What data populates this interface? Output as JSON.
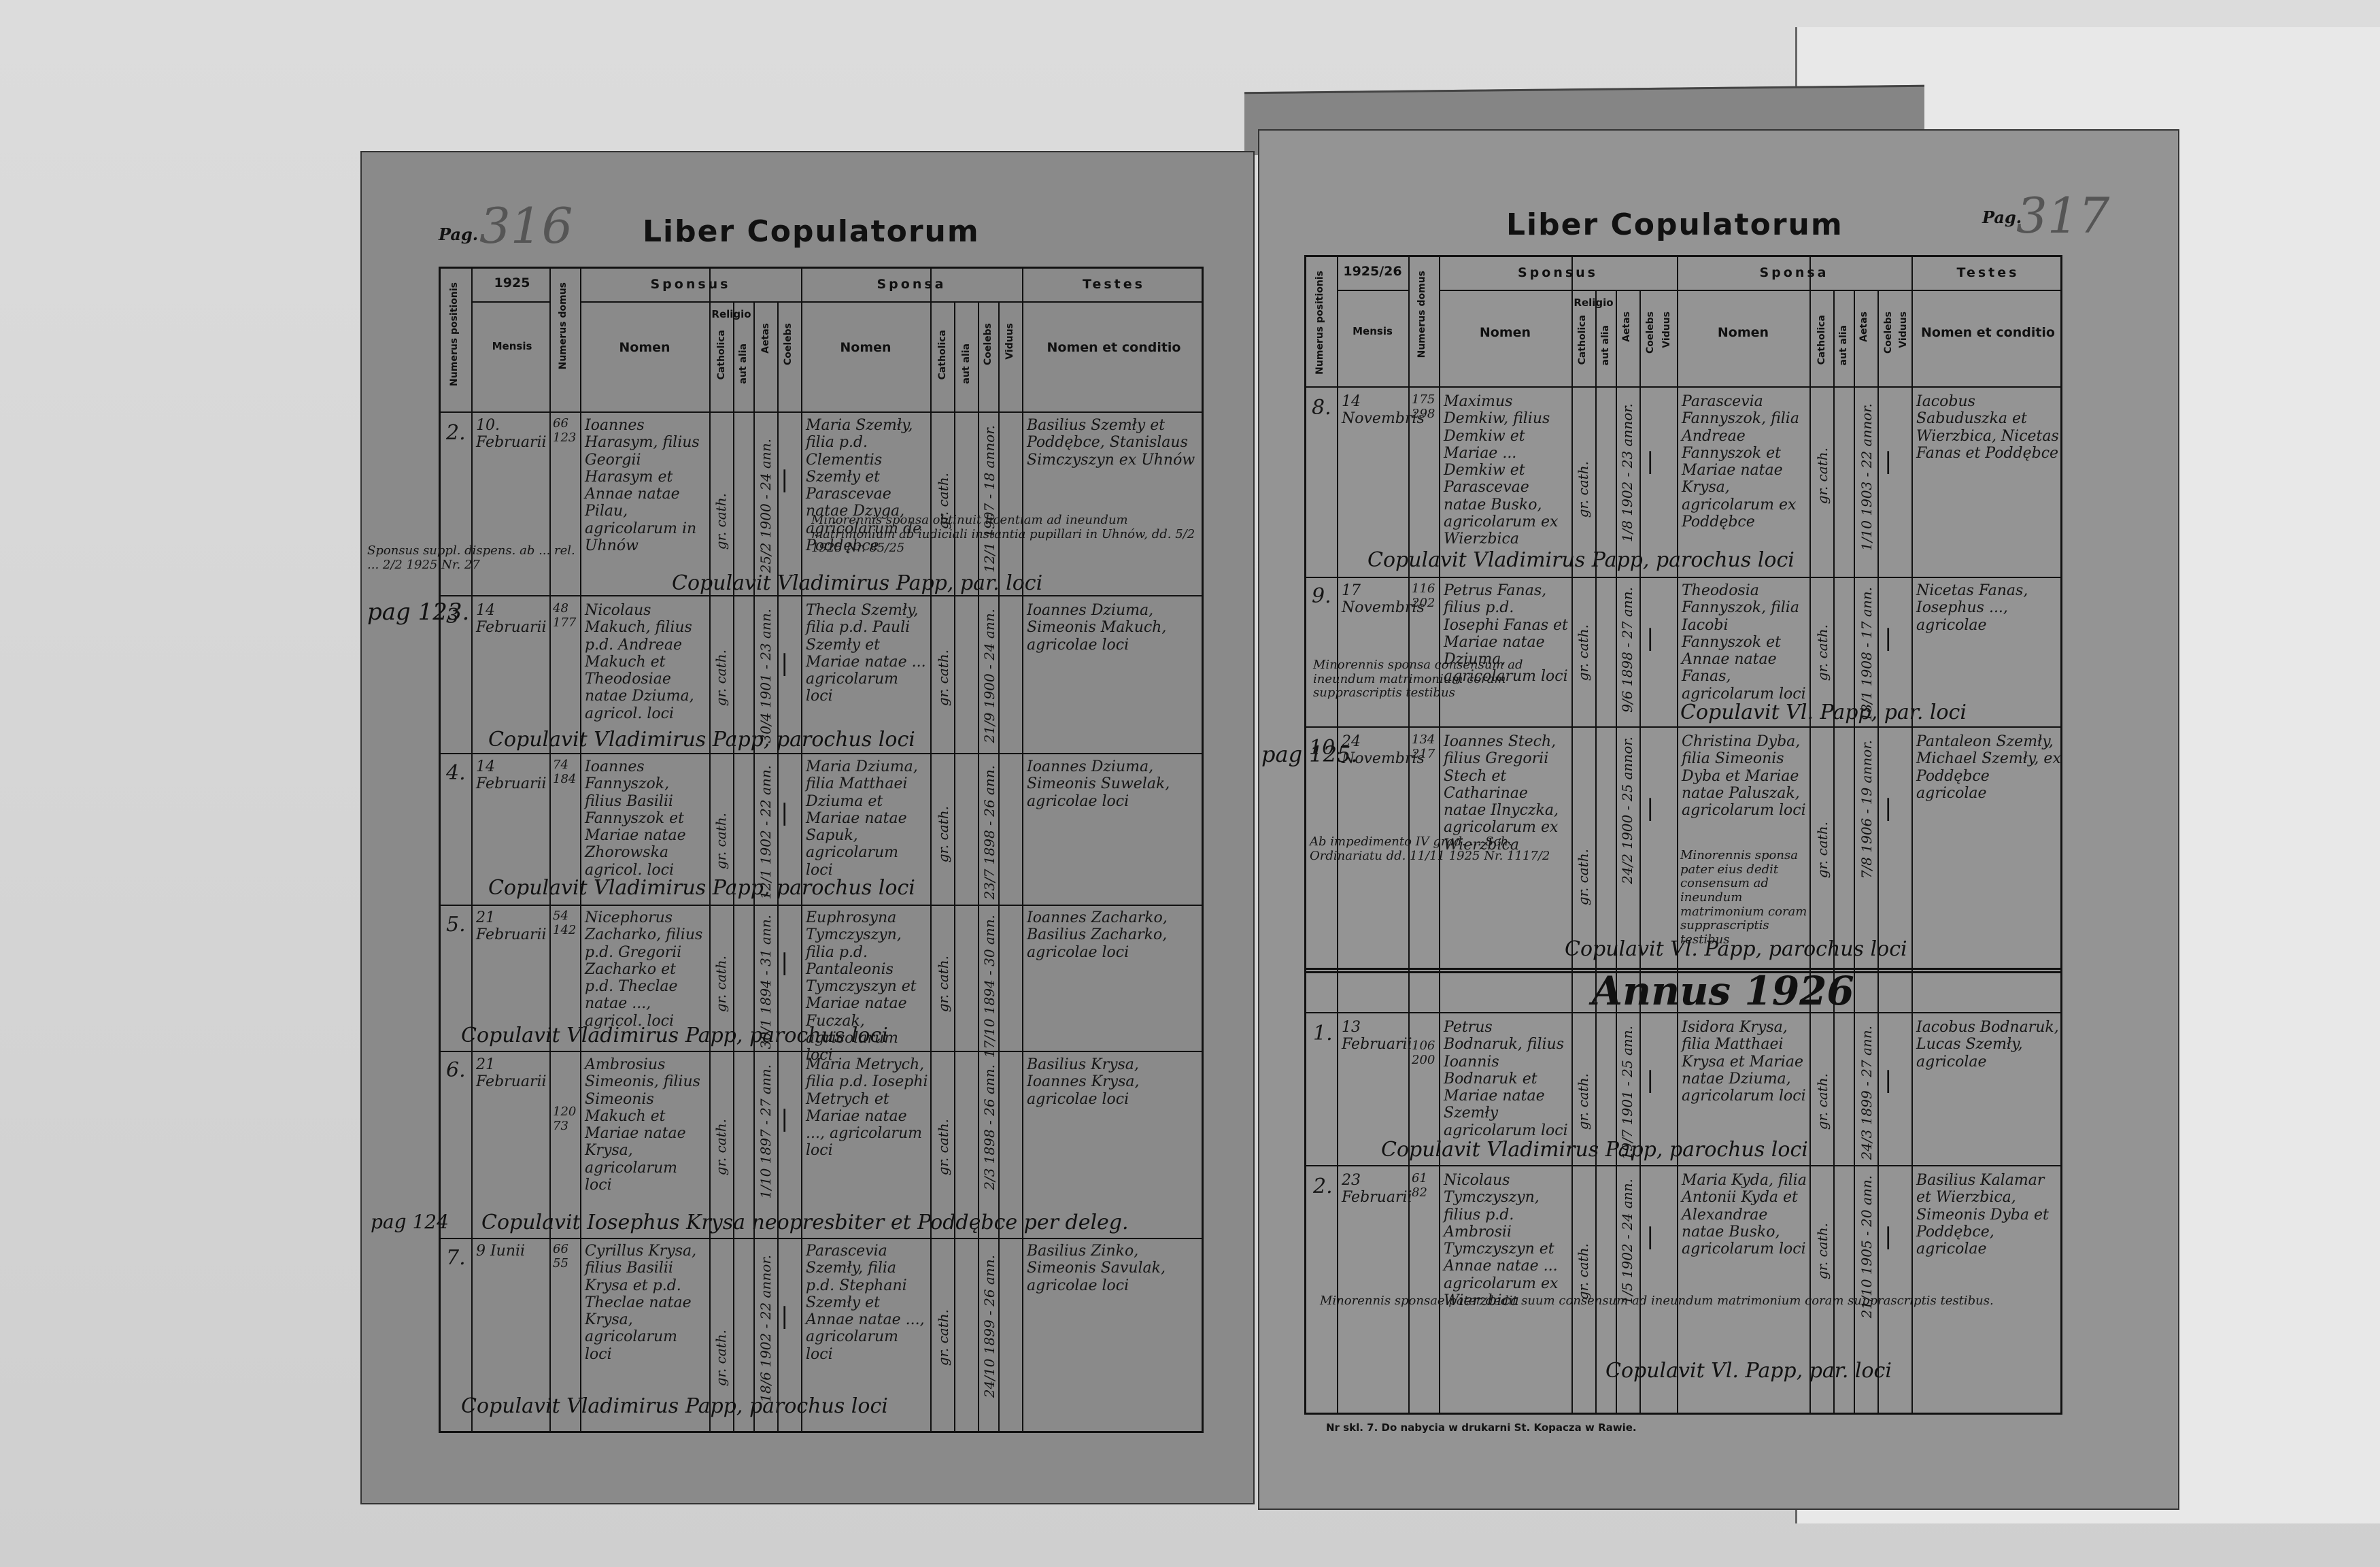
{
  "left_page": {
    "page_label": "Pag.",
    "page_number": "316",
    "title": "Liber Copulatorum",
    "header": {
      "numerus_positionis": "Numerus positionis",
      "year": "1925",
      "mensis": "Mensis",
      "numerus_domus": "Numerus domus",
      "sponsus": "Sponsus",
      "sponsa": "Sponsa",
      "testes": "Testes",
      "nomen": "Nomen",
      "religio": "Religio",
      "catholica": "Catholica",
      "aut_alia": "aut alia",
      "aetas": "Aetas",
      "coelebs": "Coelebs",
      "viduus": "Viduus",
      "nomen_et_conditio": "Nomen et conditio"
    },
    "margin": {
      "pag1": "pag 123.",
      "pag2": "pag 124"
    },
    "entries": [
      {
        "num": "2.",
        "date": "10. Februarii",
        "house": "66 123",
        "groom": "Ioannes Harasym, filius Georgii Harasym et Annae natae Pilau, agricolarum in Uhnów",
        "religion": "gr. cath.",
        "age": "25/2 1900 - 24 ann.",
        "bride": "Maria Szemły, filia p.d. Clementis Szemły et Parascevae natae Dzyga, agricolarum de Poddębce",
        "bride_religion": "gr. cath.",
        "bride_age": "12/1 1907 - 18 annor.",
        "witnesses": "Basilius Szemły et Poddębce, Stanislaus Simczyszyn ex Uhnów",
        "note": "Minorennis sponsa obtinuit licentiam ad ineundum matrimonium ab iudiciali instantia pupillari in Uhnów, dd. 5/2 1925 Nr. 85/25",
        "margin_note": "Sponsus suppl. dispens. ab ... rel. ... 2/2 1925 Nr. 27",
        "copula": "Copulavit Vladimirus Papp, par. loci"
      },
      {
        "num": "3",
        "date": "14 Februarii",
        "house": "48 177",
        "groom": "Nicolaus Makuch, filius p.d. Andreae Makuch et Theodosiae natae Dziuma, agricol. loci",
        "religion": "gr. cath.",
        "age": "30/4 1901 - 23 ann.",
        "bride": "Thecla Szemły, filia p.d. Pauli Szemły et Mariae natae ... agricolarum loci",
        "bride_religion": "gr. cath.",
        "bride_age": "21/9 1900 - 24 ann.",
        "witnesses": "Ioannes Dziuma, Simeonis Makuch, agricolae loci",
        "copula": "Copulavit Vladimirus Papp, parochus loci"
      },
      {
        "num": "4.",
        "date": "14 Februarii",
        "house": "74 184",
        "groom": "Ioannes Fannyszok, filius Basilii Fannyszok et Mariae natae Zhorowska agricol. loci",
        "religion": "gr. cath.",
        "age": "12/1 1902 - 22 ann.",
        "bride": "Maria Dziuma, filia Matthaei Dziuma et Mariae natae Sapuk, agricolarum loci",
        "bride_religion": "gr. cath.",
        "bride_age": "23/7 1898 - 26 ann.",
        "witnesses": "Ioannes Dziuma, Simeonis Suwelak, agricolae loci",
        "copula": "Copulavit Vladimirus Papp, parochus loci"
      },
      {
        "num": "5.",
        "date": "21 Februarii",
        "house": "54 142",
        "groom": "Nicephorus Zacharko, filius p.d. Gregorii Zacharko et p.d. Theclae natae ..., agricol. loci",
        "religion": "gr. cath.",
        "age": "30/1 1894 - 31 ann.",
        "bride": "Euphrosyna Tymczyszyn, filia p.d. Pantaleonis Tymczyszyn et Mariae natae Fuczak, agricolarum loci",
        "bride_religion": "gr. cath.",
        "bride_age": "17/10 1894 - 30 ann.",
        "witnesses": "Ioannes Zacharko, Basilius Zacharko, agricolae loci",
        "copula": "Copulavit Vladimirus Papp, parochus loci"
      },
      {
        "num": "6.",
        "date": "21 Februarii",
        "house": "120 73",
        "groom": "Ambrosius Simeonis, filius Simeonis Makuch et Mariae natae Krysa, agricolarum loci",
        "religion": "gr. cath.",
        "age": "1/10 1897 - 27 ann.",
        "bride": "Maria Metrych, filia p.d. Iosephi Metrych et Mariae natae ..., agricolarum loci",
        "bride_religion": "gr. cath.",
        "bride_age": "2/3 1898 - 26 ann.",
        "witnesses": "Basilius Krysa, Ioannes Krysa, agricolae loci",
        "copula": "Copulavit Iosephus Krysa neopresbiter et Poddębce per deleg."
      },
      {
        "num": "7.",
        "date": "9 Iunii",
        "house": "66 55",
        "groom": "Cyrillus Krysa, filius Basilii Krysa et p.d. Theclae natae Krysa, agricolarum loci",
        "religion": "gr. cath.",
        "age": "18/6 1902 - 22 annor.",
        "bride": "Parascevia Szemły, filia p.d. Stephani Szemły et Annae natae ..., agricolarum loci",
        "bride_religion": "gr. cath.",
        "bride_age": "24/10 1899 - 26 ann.",
        "witnesses": "Basilius Zinko, Simeonis Savulak, agricolae loci",
        "copula": "Copulavit Vladimirus Papp, parochus loci"
      }
    ]
  },
  "right_page": {
    "page_label": "Pag.",
    "page_number": "317",
    "title": "Liber Copulatorum",
    "header": {
      "numerus_positionis": "Numerus positionis",
      "year": "1925/26",
      "mensis": "Mensis",
      "numerus_domus": "Numerus domus",
      "sponsus": "Sponsus",
      "sponsa": "Sponsa",
      "testes": "Testes",
      "nomen": "Nomen",
      "religio": "Religio",
      "catholica": "Catholica",
      "aut_alia": "aut alia",
      "aetas": "Aetas",
      "coelebs": "Coelebs",
      "viduus": "Viduus",
      "nomen_et_conditio": "Nomen et conditio"
    },
    "margin": {
      "pag1": "pag 125."
    },
    "year_heading": "Annus 1926",
    "entries": [
      {
        "num": "8.",
        "date": "14 Novembris",
        "house": "175 298",
        "groom": "Maximus Demkiw, filius Demkiw et Mariae ... Demkiw et Parascevae natae Busko, agricolarum ex Wierzbica",
        "religion": "gr. cath.",
        "age": "1/8 1902 - 23 annor.",
        "bride": "Parascevia Fannyszok, filia Andreae Fannyszok et Mariae natae Krysa, agricolarum ex Poddębce",
        "bride_religion": "gr. cath.",
        "bride_age": "1/10 1903 - 22 annor.",
        "witnesses": "Iacobus Sabuduszka et Wierzbica, Nicetas Fanas et Poddębce",
        "copula": "Copulavit Vladimirus Papp, parochus loci"
      },
      {
        "num": "9.",
        "date": "17 Novembris",
        "house": "116 202",
        "groom": "Petrus Fanas, filius p.d. Iosephi Fanas et Mariae natae Dziuma, agricolarum loci",
        "religion": "gr. cath.",
        "age": "9/6 1898 - 27 ann.",
        "bride": "Theodosia Fannyszok, filia Iacobi Fannyszok et Annae natae Fanas, agricolarum loci",
        "bride_religion": "gr. cath.",
        "bride_age": "18/1 1908 - 17 ann.",
        "witnesses": "Nicetas Fanas, Iosephus ..., agricolae",
        "note": "Minorennis sponsa consensum ad ineundum matrimonium coram supprascriptis testibus",
        "copula": "Copulavit Vl. Papp, par. loci"
      },
      {
        "num": "10.",
        "date": "24 Novembris",
        "house": "134 217",
        "groom": "Ioannes Stech, filius Gregorii Stech et Catharinae natae Ilnyczka, agricolarum ex Wierzbica",
        "religion": "gr. cath.",
        "age": "24/2 1900 - 25 annor.",
        "bride": "Christina Dyba, filia Simeonis Dyba et Mariae natae Paluszak, agricolarum loci",
        "bride_religion": "gr. cath.",
        "bride_age": "7/8 1906 - 19 annor.",
        "witnesses": "Pantaleon Szemły, Michael Szemły, ex Poddębce agricolae",
        "note": "Minorennis sponsa pater eius dedit consensum ad ineundum matrimonium coram supprascriptis testibus",
        "margin_note": "Ab impedimento IV grad. ... Sch. Ordinariatu dd. 11/11 1925 Nr. 1117/2",
        "copula": "Copulavit Vl. Papp, parochus loci"
      },
      {
        "num": "1.",
        "date": "13 Februarii",
        "house": "106 200",
        "groom": "Petrus Bodnaruk, filius Ioannis Bodnaruk et Mariae natae Szemły agricolarum loci",
        "religion": "gr. cath.",
        "age": "19/7 1901 - 25 ann.",
        "bride": "Isidora Krysa, filia Matthaei Krysa et Mariae natae Dziuma, agricolarum loci",
        "bride_religion": "gr. cath.",
        "bride_age": "24/3 1899 - 27 ann.",
        "witnesses": "Iacobus Bodnaruk, Lucas Szemły, agricolae",
        "copula": "Copulavit Vladimirus Papp, parochus loci"
      },
      {
        "num": "2.",
        "date": "23 Februarii",
        "house": "61 82",
        "groom": "Nicolaus Tymczyszyn, filius p.d. Ambrosii Tymczyszyn et Annae natae ... agricolarum ex Wierzbica",
        "religion": "gr. cath.",
        "age": "1/5 1902 - 24 ann.",
        "bride": "Maria Kyda, filia Antonii Kyda et Alexandrae natae Busko, agricolarum loci",
        "bride_religion": "gr. cath.",
        "bride_age": "21/10 1905 - 20 ann.",
        "witnesses": "Basilius Kalamar et Wierzbica, Simeonis Dyba et Poddębce, agricolae",
        "note": "Minorennis sponsae pater dedit suum consensum ad ineundum matrimonium coram supprascriptis testibus.",
        "copula": "Copulavit Vl. Papp, par. loci"
      }
    ],
    "footer": "Nr skl. 7. Do nabycia w drukarni St. Kopacza w Rawie."
  },
  "colors": {
    "paper": "#8f8f8f",
    "ink": "#111111",
    "background": "#d9d9d9"
  }
}
